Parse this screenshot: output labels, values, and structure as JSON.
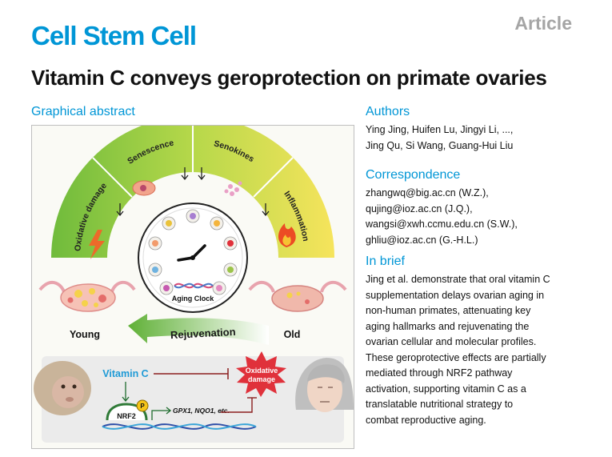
{
  "header": {
    "journal": "Cell Stem Cell",
    "article_type": "Article",
    "title": "Vitamin C conveys geroprotection on primate ovaries"
  },
  "graphical_abstract": {
    "heading": "Graphical abstract",
    "arc_labels": {
      "oxidative_damage": "Oxidative damage",
      "senescence": "Senescence",
      "senokines": "Senokines",
      "inflammation": "Inflammation"
    },
    "aging_clock": "Aging Clock",
    "young": "Young",
    "old": "Old",
    "rejuvenation": "Rejuvenation",
    "vitamin_c": "Vitamin C",
    "oxidative_damage_burst": [
      "Oxidative",
      "damage"
    ],
    "nrf2": "NRF2",
    "phospho": "P",
    "target_genes": "GPX1, NQO1, etc.",
    "colors": {
      "arc_green": "#7cc242",
      "arc_yellow": "#f3e25a",
      "burst_red": "#e0313b",
      "vitamin_c_blue": "#1e9ad6"
    }
  },
  "authors": {
    "heading": "Authors",
    "lines": [
      "Ying Jing, Huifen Lu, Jingyi Li, ...,",
      "Jing Qu, Si Wang, Guang-Hui Liu"
    ]
  },
  "correspondence": {
    "heading": "Correspondence",
    "lines": [
      "zhangwq@big.ac.cn (W.Z.),",
      "qujing@ioz.ac.cn (J.Q.),",
      "wangsi@xwh.ccmu.edu.cn (S.W.),",
      "ghliu@ioz.ac.cn (G.-H.L.)"
    ]
  },
  "in_brief": {
    "heading": "In brief",
    "lines": [
      "Jing et al. demonstrate that oral vitamin C",
      "supplementation delays ovarian aging in",
      "non-human primates, attenuating key",
      "aging hallmarks and rejuvenating the",
      "ovarian cellular and molecular profiles.",
      "These geroprotective effects are partially",
      "mediated through NRF2 pathway",
      "activation, supporting vitamin C as a",
      "translatable nutritional strategy to",
      "combat reproductive aging."
    ]
  }
}
